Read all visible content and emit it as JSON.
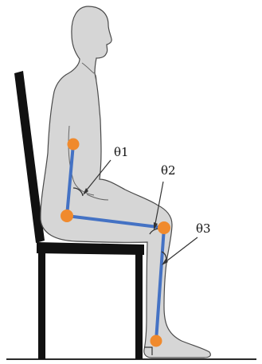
{
  "labels": {
    "theta1": "θ1",
    "theta2": "θ2",
    "theta3": "θ3"
  },
  "colors": {
    "background": "#ffffff",
    "body_fill": "#d6d6d6",
    "body_outline": "#4a4a4a",
    "chair": "#111111",
    "segment": "#4472c4",
    "joint": "#f08a2d",
    "annotation": "#333333"
  }
}
